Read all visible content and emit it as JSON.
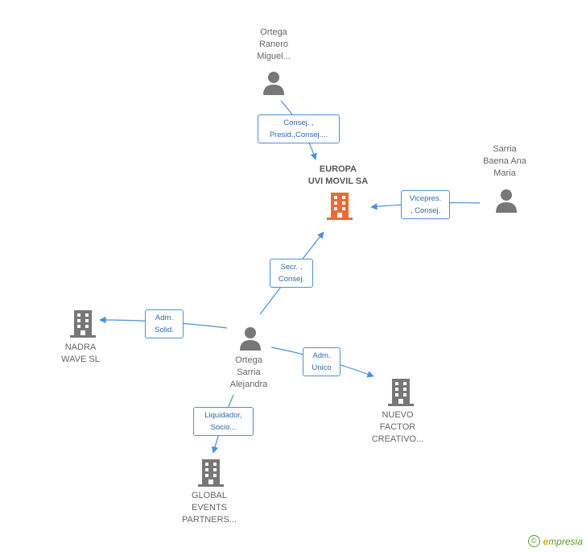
{
  "colors": {
    "edge": "#4a90d9",
    "company_main": "#ee6a33",
    "company": "#777777",
    "person": "#777777"
  },
  "nodes": {
    "main": {
      "lines": [
        "EUROPA",
        "UVI MOVIL SA"
      ]
    },
    "ortega_ranero": {
      "lines": [
        "Ortega",
        "Ranero",
        "Miguel..."
      ]
    },
    "sarria_baena": {
      "lines": [
        "Sarria",
        "Baena Ana",
        "Maria"
      ]
    },
    "ortega_sarria": {
      "lines": [
        "Ortega",
        "Sarria",
        "Alejandra"
      ]
    },
    "nadra": {
      "lines": [
        "NADRA",
        "WAVE SL"
      ]
    },
    "nuevo": {
      "lines": [
        "NUEVO",
        "FACTOR",
        "CREATIVO..."
      ]
    },
    "global": {
      "lines": [
        "GLOBAL",
        "EVENTS",
        "PARTNERS..."
      ]
    }
  },
  "edges": {
    "e1": [
      "Consej. ,",
      "Presid.,Consej...."
    ],
    "e2": [
      "Vicepres.",
      ", Consej."
    ],
    "e3": [
      "Secr. ,",
      "Consej."
    ],
    "e4": [
      "Adm.",
      "Solid."
    ],
    "e5": [
      "Adm.",
      "Unico"
    ],
    "e6": [
      "Liquidador,",
      "Socio..."
    ]
  },
  "brand": {
    "copyright": "©",
    "first": "e",
    "rest": "mpresia"
  }
}
